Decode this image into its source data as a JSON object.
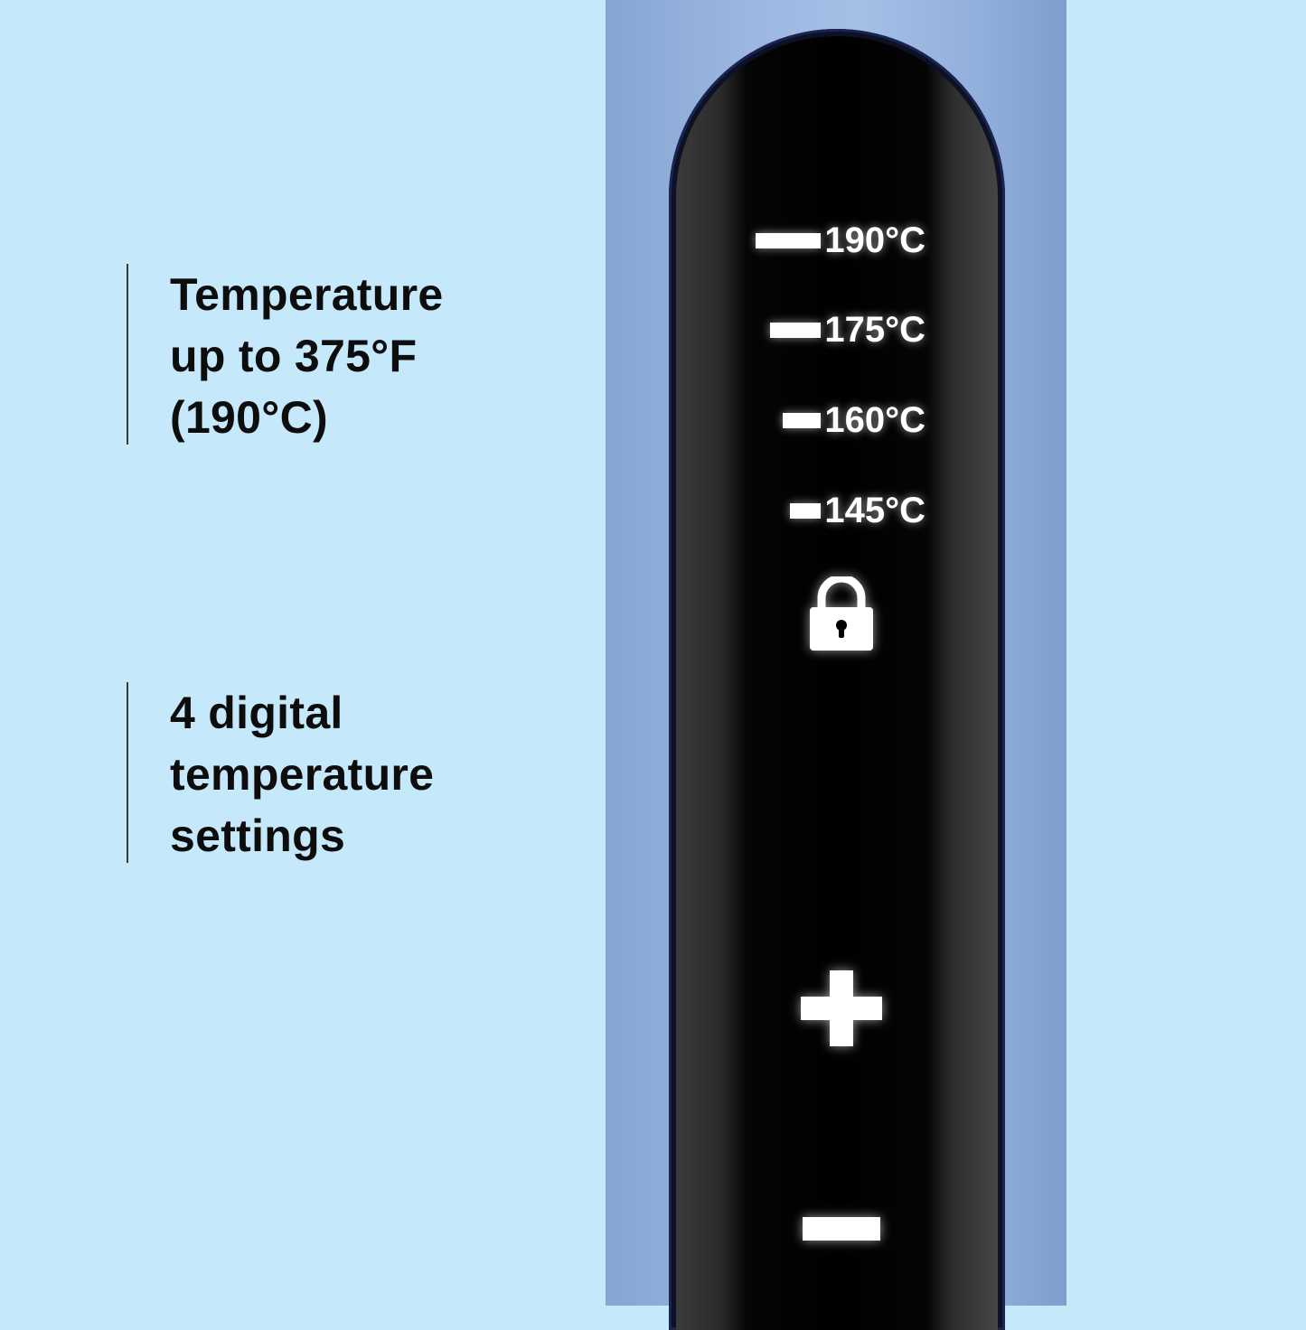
{
  "features": [
    {
      "lines": [
        "Temperature",
        "up to 375°F",
        "(190°C)"
      ]
    },
    {
      "lines": [
        "4 digital",
        "temperature",
        "settings"
      ]
    }
  ],
  "temperature_settings": [
    {
      "label": "190°C",
      "level": 4
    },
    {
      "label": "175°C",
      "level": 3
    },
    {
      "label": "160°C",
      "level": 2
    },
    {
      "label": "145°C",
      "level": 1
    }
  ],
  "icons": {
    "lock": "lock-icon",
    "plus": "plus-icon",
    "minus": "minus-icon"
  },
  "colors": {
    "background": "#c5e8fa",
    "handle": "#9bb7e0",
    "display": "#000000",
    "display_text": "#ffffff"
  }
}
